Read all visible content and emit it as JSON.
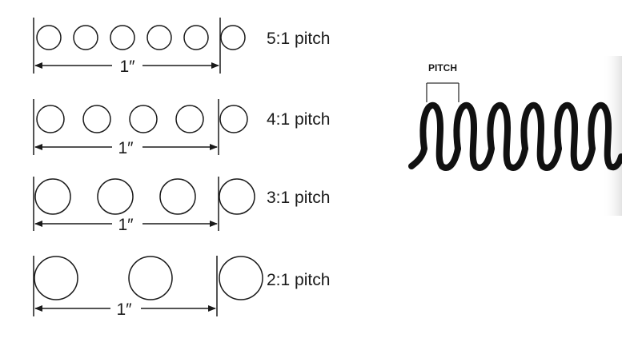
{
  "rows": [
    {
      "pitch_label": "5:1 pitch",
      "span_label": "1″",
      "holes_per_inch": 5
    },
    {
      "pitch_label": "4:1 pitch",
      "span_label": "1″",
      "holes_per_inch": 4
    },
    {
      "pitch_label": "3:1 pitch",
      "span_label": "1″",
      "holes_per_inch": 3
    },
    {
      "pitch_label": "2:1 pitch",
      "span_label": "1″",
      "holes_per_inch": 2
    }
  ],
  "coil": {
    "label": "PITCH",
    "color": "#111111"
  },
  "colors": {
    "stroke": "#1a1a1a",
    "text": "#1a1a1a",
    "coil": "#111111"
  }
}
